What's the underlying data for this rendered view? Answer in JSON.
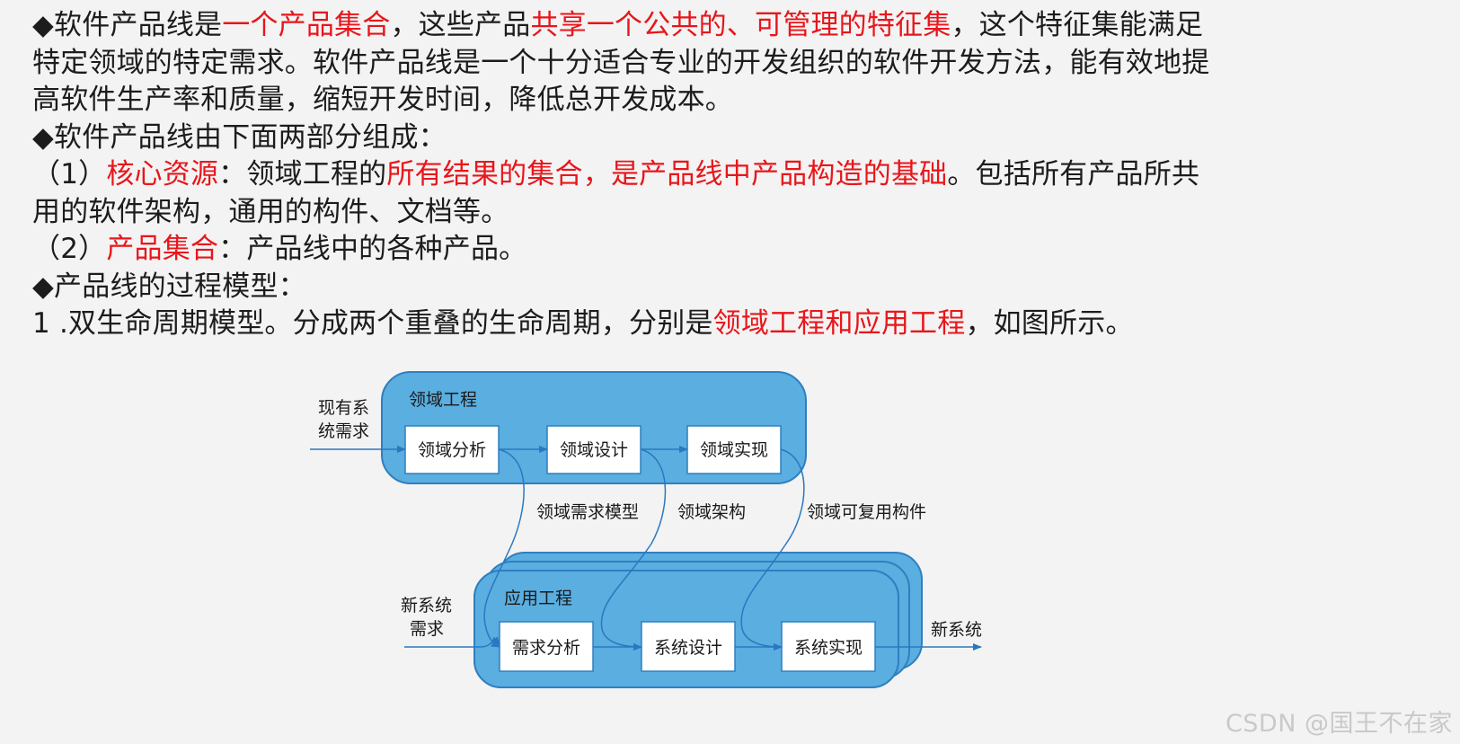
{
  "text": {
    "l1": {
      "a": "◆软件产品线是",
      "b": "一个产品集合",
      "c": "，这些产品",
      "d": "共享一个公共的、可管理的特征集",
      "e": "，这个特征集能满足"
    },
    "l2": "特定领域的特定需求。软件产品线是一个十分适合专业的开发组织的软件开发方法，能有效地提",
    "l3": "高软件生产率和质量，缩短开发时间，降低总开发成本。",
    "l4": "◆软件产品线由下面两部分组成：",
    "l5": {
      "a": "（1）",
      "b": "核心资源",
      "c": "：领域工程的",
      "d": "所有结果的集合，是产品线中产品构造的基础",
      "e": "。包括所有产品所共"
    },
    "l6": "用的软件架构，通用的构件、文档等。",
    "l7": {
      "a": "（2）",
      "b": "产品集合",
      "c": "：产品线中的各种产品。"
    },
    "l8": "◆产品线的过程模型：",
    "l9": {
      "a": "1 .双生命周期模型。分成两个重叠的生命周期，分别是",
      "b": "领域工程和应用工程",
      "c": "，如图所示。"
    }
  },
  "diagram": {
    "domain_title": "领域工程",
    "app_title": "应用工程",
    "input_top_1": "现有系",
    "input_top_2": "统需求",
    "input_bottom_1": "新系统",
    "input_bottom_2": "需求",
    "output": "新系统",
    "domain_steps": [
      "领域分析",
      "领域设计",
      "领域实现"
    ],
    "app_steps": [
      "需求分析",
      "系统设计",
      "系统实现"
    ],
    "artifacts": [
      "领域需求模型",
      "领域架构",
      "领域可复用构件"
    ]
  },
  "watermark": "CSDN @国王不在家",
  "colors": {
    "accent_red": "#e8161b",
    "box_fill": "#5aaee0",
    "box_stroke": "#2f7fc0"
  }
}
